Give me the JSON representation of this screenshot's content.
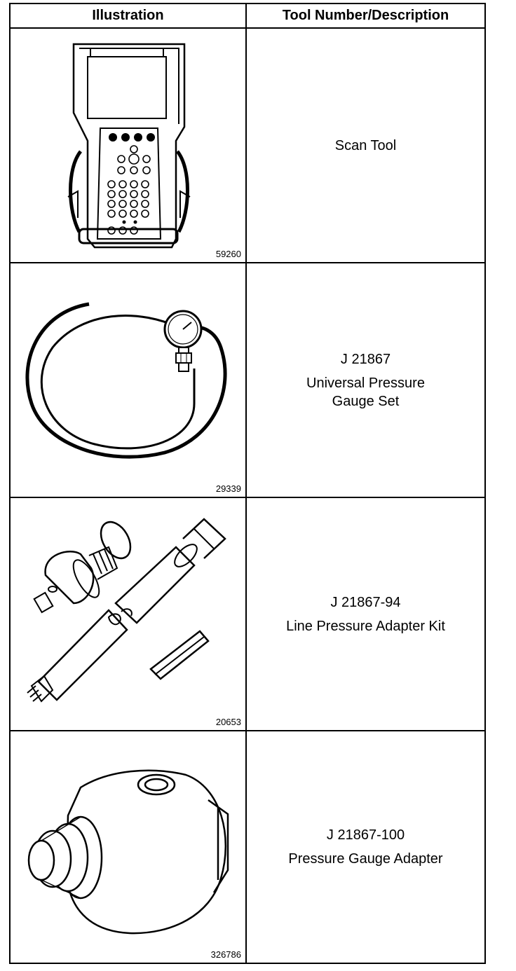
{
  "table": {
    "headers": {
      "illustration": "Illustration",
      "tool_description": "Tool Number/Description"
    },
    "rows": [
      {
        "figure_number": "59260",
        "tool_number": "",
        "description": "Scan Tool",
        "illustration_icon": "scan-tool-icon"
      },
      {
        "figure_number": "29339",
        "tool_number": "J 21867",
        "description": "Universal Pressure\nGauge Set",
        "illustration_icon": "pressure-gauge-set-icon"
      },
      {
        "figure_number": "20653",
        "tool_number": "J 21867-94",
        "description": "Line Pressure Adapter Kit",
        "illustration_icon": "line-pressure-adapter-kit-icon"
      },
      {
        "figure_number": "326786",
        "tool_number": "J 21867-100",
        "description": "Pressure Gauge Adapter",
        "illustration_icon": "pressure-gauge-adapter-icon"
      }
    ]
  }
}
